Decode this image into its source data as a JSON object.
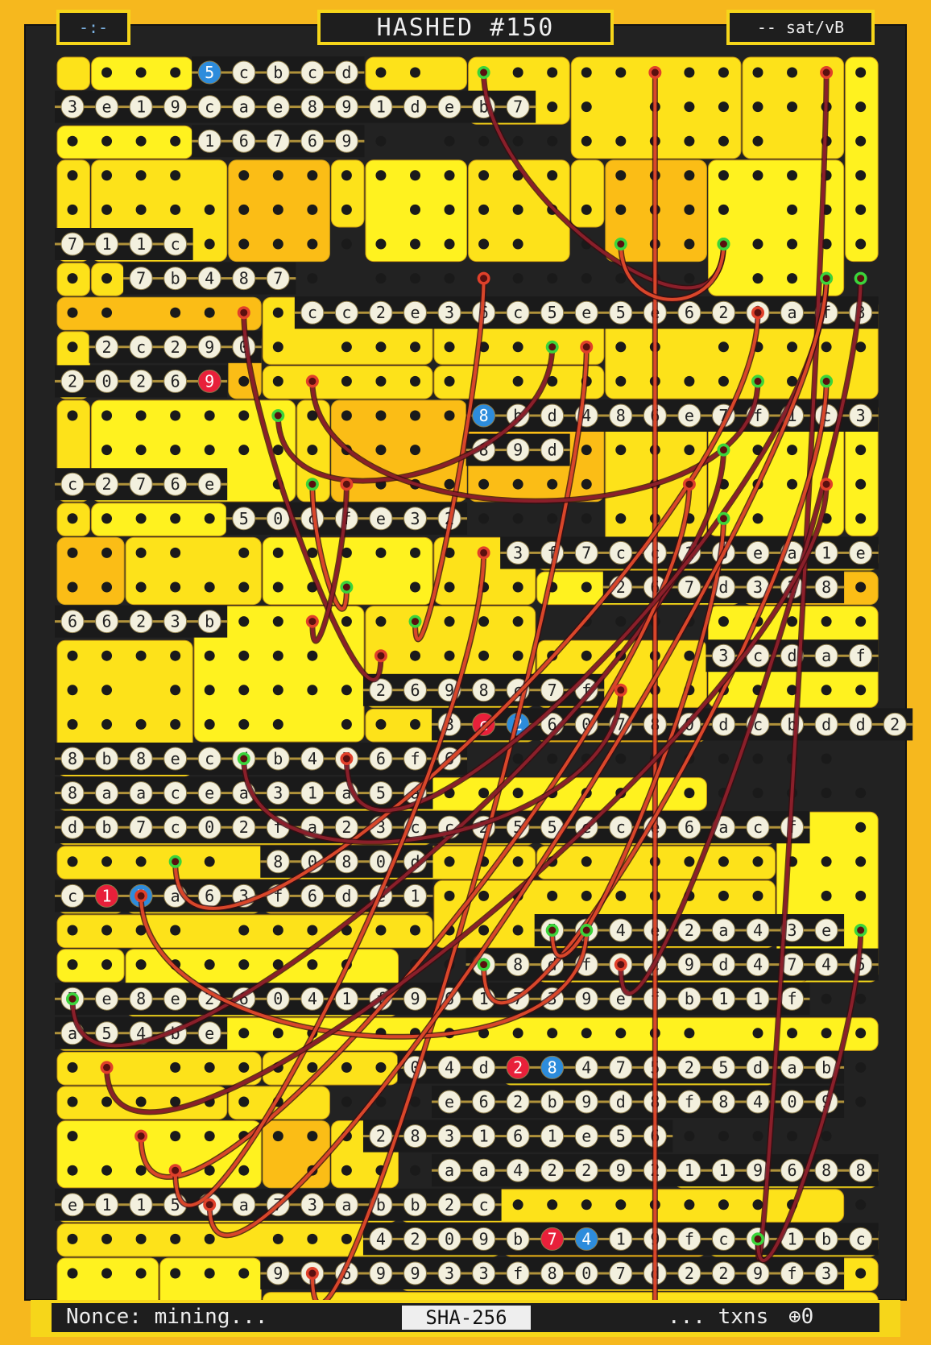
{
  "header": {
    "left_label": "-:-",
    "title": "HASHED #150",
    "right_label": "-- sat/vB"
  },
  "footer": {
    "nonce_label": "Nonce: mining...",
    "algorithm": "SHA-256",
    "txns_label": "... txns",
    "counter": "⊕0"
  },
  "colors": {
    "background": "#f6b81e",
    "frame": "#222222",
    "block_yellow": "#fde21a",
    "block_light": "#fff21f",
    "block_orange": "#fbbd16",
    "rail": "#b0923a",
    "hole": "#1a1a1a",
    "bead": "#f3f0de",
    "accent_blue": "#2d8cdc",
    "accent_red": "#e8203a",
    "wire_dark": "#8a1f2a",
    "wire_light": "#d9462a",
    "cap_red": "#e0402a",
    "cap_green": "#3bd43b"
  },
  "bead_rows": [
    {
      "chars": [
        "5",
        "c",
        "b",
        "c",
        "d"
      ],
      "accents": {
        "0": "blue"
      }
    },
    {
      "chars": [
        "3",
        "e",
        "1",
        "9",
        "c",
        "a",
        "e",
        "8",
        "9",
        "1",
        "d",
        "e",
        "b",
        "7"
      ]
    },
    {
      "chars": [
        "1",
        "6",
        "7",
        "6",
        "9"
      ]
    },
    {
      "chars": [
        "7",
        "1",
        "1",
        "c"
      ]
    },
    {
      "chars": [
        "7",
        "b",
        "4",
        "8",
        "7"
      ]
    },
    {
      "chars": [
        "c",
        "c",
        "2",
        "e",
        "3",
        "6",
        "c",
        "5",
        "e",
        "5",
        "e",
        "6",
        "2",
        "9",
        "a",
        "f",
        "3"
      ]
    },
    {
      "chars": [
        "2",
        "c",
        "2",
        "9",
        "0"
      ]
    },
    {
      "chars": [
        "2",
        "0",
        "2",
        "6",
        "9"
      ],
      "accents": {
        "4": "red"
      }
    },
    {
      "chars": [
        "8",
        "b",
        "d",
        "4",
        "8",
        "6",
        "e",
        "7",
        "f",
        "1",
        "c",
        "3"
      ],
      "accents": {
        "0": "blue"
      }
    },
    {
      "chars": [
        "8",
        "9",
        "d"
      ]
    },
    {
      "chars": [
        "c",
        "2",
        "7",
        "6",
        "e"
      ]
    },
    {
      "chars": [
        "5",
        "0",
        "c",
        "f",
        "e",
        "3",
        "2"
      ]
    },
    {
      "chars": [
        "3",
        "f",
        "7",
        "c",
        "c",
        "1",
        "0",
        "e",
        "a",
        "1",
        "e"
      ]
    },
    {
      "chars": [
        "2",
        "6",
        "7",
        "d",
        "3",
        "2",
        "8"
      ]
    },
    {
      "chars": [
        "6",
        "6",
        "2",
        "3",
        "b"
      ]
    },
    {
      "chars": [
        "3",
        "c",
        "d",
        "a",
        "f"
      ]
    },
    {
      "chars": [
        "2",
        "6",
        "9",
        "8",
        "c",
        "7",
        "f"
      ]
    },
    {
      "chars": [
        "3",
        "c",
        "2",
        "6",
        "0",
        "7",
        "8",
        "0",
        "d",
        "c",
        "b",
        "d",
        "d",
        "2"
      ],
      "accents": {
        "1": "red",
        "2": "blue"
      }
    },
    {
      "chars": [
        "8",
        "b",
        "8",
        "e",
        "c",
        "d",
        "b",
        "4",
        "5",
        "6",
        "f",
        "6"
      ]
    },
    {
      "chars": [
        "8",
        "a",
        "a",
        "c",
        "e",
        "a",
        "3",
        "1",
        "a",
        "5",
        "a"
      ]
    },
    {
      "chars": [
        "d",
        "b",
        "7",
        "c",
        "0",
        "2",
        "f",
        "a",
        "2",
        "3",
        "c",
        "c",
        "2",
        "5",
        "5",
        "e",
        "c",
        "e",
        "6",
        "a",
        "c",
        "f"
      ]
    },
    {
      "chars": [
        "8",
        "0",
        "8",
        "0",
        "d"
      ]
    },
    {
      "chars": [
        "c",
        "1",
        "5",
        "a",
        "6",
        "3",
        "f",
        "6",
        "d",
        "e",
        "1"
      ],
      "accents": {
        "1": "red",
        "2": "blue"
      }
    },
    {
      "chars": [
        "5",
        "8",
        "4",
        "e",
        "2",
        "a",
        "4",
        "3",
        "e"
      ]
    },
    {
      "chars": [
        "1",
        "8",
        "d",
        "f",
        "0",
        "c",
        "9",
        "d",
        "4",
        "7",
        "4",
        "5"
      ]
    },
    {
      "chars": [
        "7",
        "e",
        "8",
        "e",
        "2",
        "6",
        "0",
        "4",
        "1",
        "f",
        "9",
        "6",
        "1",
        "7",
        "3",
        "9",
        "e",
        "f",
        "b",
        "1",
        "1",
        "f"
      ]
    },
    {
      "chars": [
        "a",
        "5",
        "4",
        "b",
        "e"
      ]
    },
    {
      "chars": [
        "0",
        "4",
        "d",
        "2",
        "8",
        "4",
        "7",
        "5",
        "2",
        "5",
        "d",
        "a",
        "b"
      ],
      "accents": {
        "3": "red",
        "4": "blue"
      }
    },
    {
      "chars": [
        "e",
        "6",
        "2",
        "b",
        "9",
        "d",
        "8",
        "f",
        "8",
        "4",
        "0",
        "9"
      ]
    },
    {
      "chars": [
        "2",
        "8",
        "3",
        "1",
        "6",
        "1",
        "e",
        "5",
        "6"
      ]
    },
    {
      "chars": [
        "a",
        "a",
        "4",
        "2",
        "2",
        "9",
        "2",
        "1",
        "1",
        "9",
        "6",
        "8",
        "8"
      ]
    },
    {
      "chars": [
        "e",
        "1",
        "1",
        "5",
        "e",
        "a",
        "7",
        "3",
        "a",
        "b",
        "b",
        "2",
        "c"
      ]
    },
    {
      "chars": [
        "4",
        "2",
        "0",
        "9",
        "b",
        "7",
        "4",
        "1",
        "9",
        "f",
        "c",
        "d",
        "1",
        "b",
        "c"
      ],
      "accents": {
        "5": "red",
        "6": "blue"
      }
    },
    {
      "chars": [
        "9",
        "e",
        "6",
        "9",
        "9",
        "3",
        "3",
        "f",
        "8",
        "0",
        "7",
        "d",
        "2",
        "2",
        "9",
        "f",
        "3"
      ]
    }
  ]
}
